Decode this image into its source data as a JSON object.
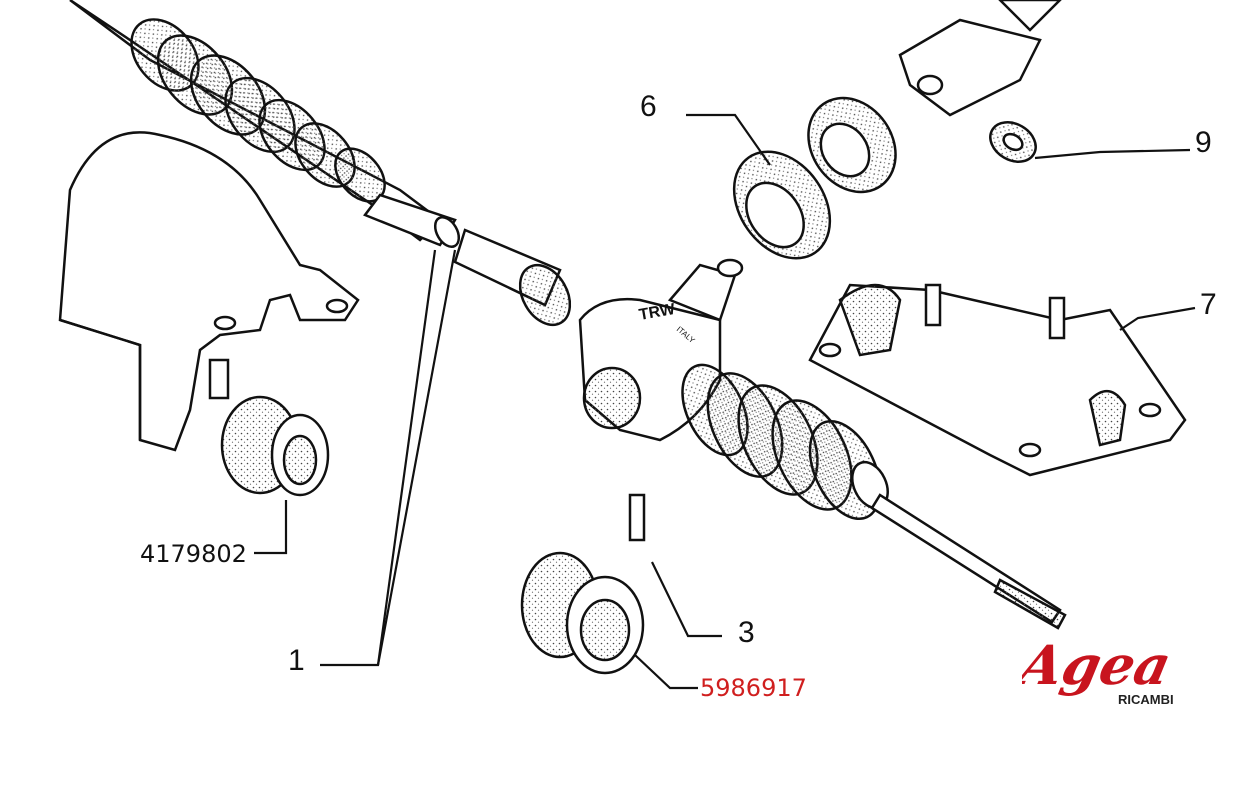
{
  "callouts": {
    "c1": "1",
    "c3": "3",
    "c6": "6",
    "c7": "7",
    "c9": "9",
    "part_left": "4179802",
    "part_right": "5986917"
  },
  "parts": {
    "housing_marking": "TRW",
    "housing_marking_small": "ITALY"
  },
  "brand": {
    "name": "Agea",
    "tagline": "RICAMBI"
  },
  "colors": {
    "ink": "#111111",
    "highlight_code": "#d01f1f",
    "brand_red": "#c8141e",
    "brand_dark": "#222222"
  }
}
